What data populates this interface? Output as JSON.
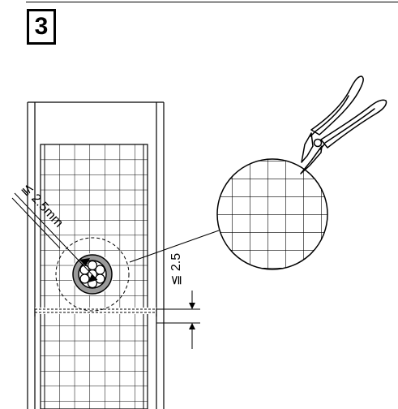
{
  "step": {
    "number": "3"
  },
  "labels": {
    "diameter_limit": "≦ 2.5mm",
    "gap_limit": "≦ 2.5"
  },
  "colors": {
    "line": "#000000",
    "background": "#ffffff",
    "insulation": "#9a9a9a"
  },
  "icons": [
    "cutting-pliers-icon"
  ]
}
